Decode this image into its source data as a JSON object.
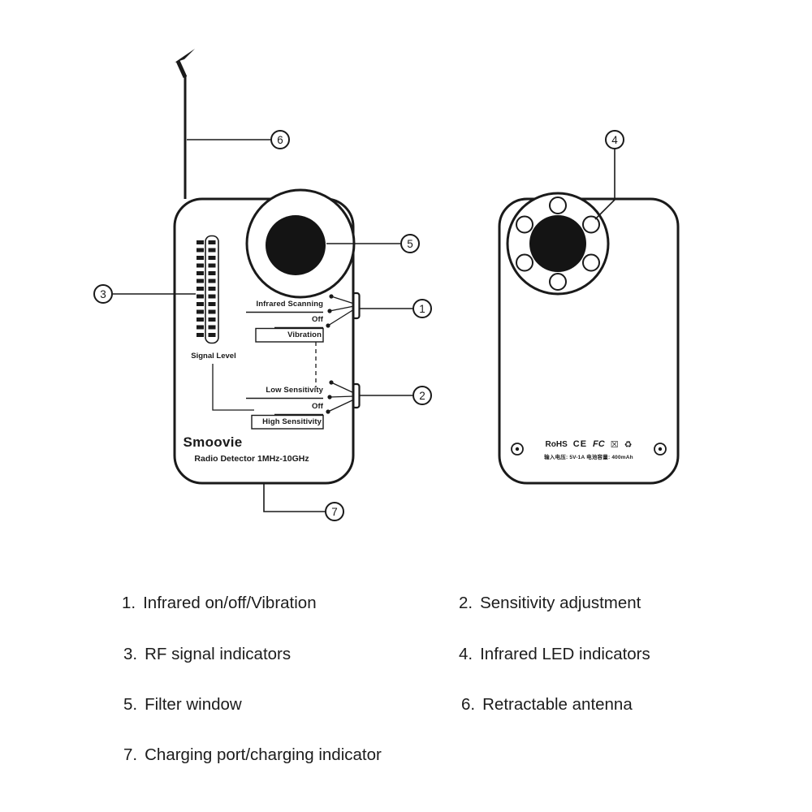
{
  "callouts": {
    "c1": "1",
    "c2": "2",
    "c3": "3",
    "c4": "4",
    "c5": "5",
    "c6": "6",
    "c7": "7"
  },
  "front_device": {
    "brand": "Smoovie",
    "model": "Radio Detector 1MHz-10GHz",
    "signal_level": "Signal Level",
    "mode_switch": {
      "opt1": "Infrared Scanning",
      "opt2": "Off",
      "opt3": "Vibration"
    },
    "sensitivity_switch": {
      "opt1": "Low Sensitivity",
      "opt2": "Off",
      "opt3": "High Sensitivity"
    }
  },
  "back_device": {
    "certifications": {
      "rohs": "RoHS",
      "ce": "CE",
      "fcc": "FC",
      "weee_icon": "☒",
      "recycle_icon": "♻"
    },
    "spec_line": "输入电压: 5V-1A   电池容量: 400mAh"
  },
  "legend": {
    "items": [
      {
        "num": "1.",
        "text": "Infrared on/off/Vibration"
      },
      {
        "num": "2.",
        "text": "Sensitivity adjustment"
      },
      {
        "num": "3.",
        "text": "RF signal indicators"
      },
      {
        "num": "4.",
        "text": "Infrared LED indicators"
      },
      {
        "num": "5.",
        "text": "Filter window"
      },
      {
        "num": "6.",
        "text": "Retractable antenna"
      },
      {
        "num": "7.",
        "text": "Charging port/charging indicator"
      }
    ]
  }
}
